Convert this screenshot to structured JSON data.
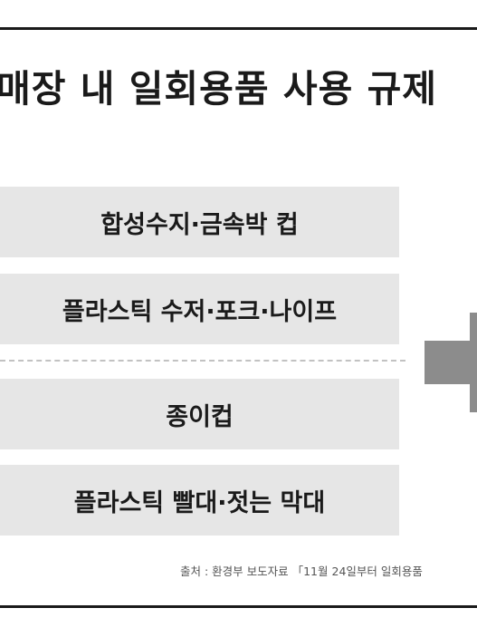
{
  "title": "매장 내 일회용품 사용 규제",
  "items": [
    {
      "label": "합성수지·금속박 컵"
    },
    {
      "label": "플라스틱 수저·포크·나이프"
    },
    {
      "label": "종이컵"
    },
    {
      "label": "플라스틱 빨대·젓는 막대"
    }
  ],
  "source": "출처 : 환경부 보도자료 「11월 24일부터 일회용품",
  "colors": {
    "box": "#e6e6e6",
    "arrow": "#8c8c8c",
    "rule": "#1a1a1a",
    "divider": "#c2c2c2"
  },
  "icons": {
    "arrow": "right-arrow-icon"
  }
}
